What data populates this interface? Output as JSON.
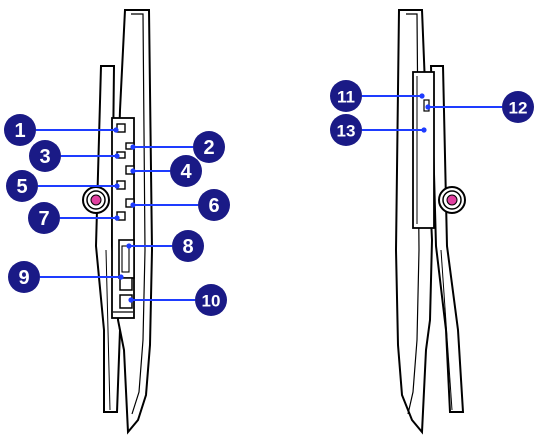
{
  "colors": {
    "callout_fill": "#1a1a86",
    "callout_text": "#ffffff",
    "leader_line": "#1e3cff",
    "leader_dot": "#1e3cff",
    "device_outline": "#000000",
    "device_fill": "#ffffff",
    "hinge_accent": "#e040a0"
  },
  "views": [
    {
      "name": "left-side-view",
      "callouts": [
        {
          "label": "1"
        },
        {
          "label": "2"
        },
        {
          "label": "3"
        },
        {
          "label": "4"
        },
        {
          "label": "5"
        },
        {
          "label": "6"
        },
        {
          "label": "7"
        },
        {
          "label": "8"
        },
        {
          "label": "9"
        },
        {
          "label": "10"
        }
      ]
    },
    {
      "name": "right-side-view",
      "callouts": [
        {
          "label": "11"
        },
        {
          "label": "12"
        },
        {
          "label": "13"
        }
      ]
    }
  ]
}
